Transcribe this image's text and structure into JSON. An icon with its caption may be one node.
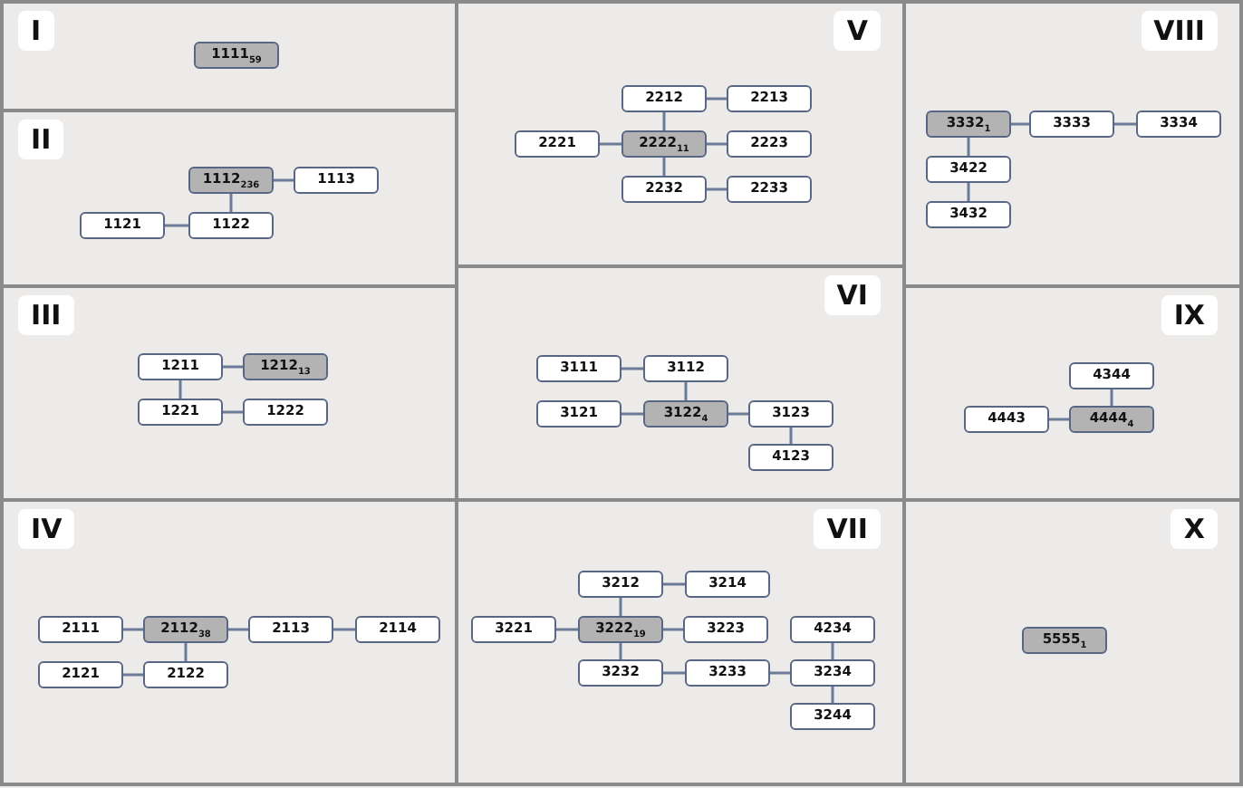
{
  "diagram": {
    "nodes": [
      {
        "text": [
          "I"
        ]
      },
      {
        "text": [
          "1111$_{59}$"
        ],
        "in": 0
      },
      {
        "text": [
          "II"
        ]
      },
      {
        "text": [
          "1112$_{236}$"
        ],
        "in": 2
      },
      {
        "text": [
          "1113"
        ],
        "in": 2
      },
      {
        "text": [
          "1121"
        ],
        "in": 2
      },
      {
        "text": [
          "1122"
        ],
        "in": 2
      },
      {
        "text": [
          "III"
        ]
      },
      {
        "text": [
          "1211"
        ],
        "in": 7
      },
      {
        "text": [
          "1212$_{13}$"
        ],
        "in": 7
      },
      {
        "text": [
          "1221"
        ],
        "in": 7
      },
      {
        "text": [
          "1222"
        ],
        "in": 7
      },
      {
        "text": [
          "IV"
        ]
      },
      {
        "text": [
          "2111"
        ],
        "in": 12
      },
      {
        "text": [
          "2112$_{38}$"
        ],
        "in": 12
      },
      {
        "text": [
          "2113"
        ],
        "in": 12
      },
      {
        "text": [
          "2114"
        ],
        "in": 12
      },
      {
        "text": [
          "2121"
        ],
        "in": 12
      },
      {
        "text": [
          "2122"
        ],
        "in": 12
      },
      {
        "text": [
          "V"
        ]
      },
      {
        "text": [
          "2212"
        ],
        "in": 19
      },
      {
        "text": [
          "2213"
        ],
        "in": 19
      },
      {
        "text": [
          "2221"
        ],
        "in": 19
      },
      {
        "text": [
          "2222$_{11}$"
        ],
        "in": 19
      },
      {
        "text": [
          "2223"
        ],
        "in": 19
      },
      {
        "text": [
          "2232"
        ],
        "in": 19
      },
      {
        "text": [
          "2233"
        ],
        "in": 19
      },
      {
        "text": [
          "VI"
        ]
      },
      {
        "text": [
          "3111"
        ],
        "in": 27
      },
      {
        "text": [
          "3112"
        ],
        "in": 27
      },
      {
        "text": [
          "3121"
        ],
        "in": 27
      },
      {
        "text": [
          "3122$_{4}$"
        ],
        "in": 27
      },
      {
        "text": [
          "3123"
        ],
        "in": 27
      },
      {
        "text": [
          "4123"
        ],
        "in": 27
      },
      {
        "text": [
          "VII"
        ]
      },
      {
        "text": [
          "3212"
        ],
        "in": 34
      },
      {
        "text": [
          "3214"
        ],
        "in": 34
      },
      {
        "text": [
          "3221"
        ],
        "in": 34
      },
      {
        "text": [
          "3222$_{19}$"
        ],
        "in": 34
      },
      {
        "text": [
          "3223"
        ],
        "in": 34
      },
      {
        "text": [
          "4234"
        ],
        "in": 34
      },
      {
        "text": [
          "3232"
        ],
        "in": 34
      },
      {
        "text": [
          "3233"
        ],
        "in": 34
      },
      {
        "text": [
          "3234"
        ],
        "in": 34
      },
      {
        "text": [
          "3244"
        ],
        "in": 34
      },
      {
        "text": [
          "VIII"
        ]
      },
      {
        "text": [
          "3332$_{1}$"
        ],
        "in": 45
      },
      {
        "text": [
          "3333"
        ],
        "in": 45
      },
      {
        "text": [
          "3334"
        ],
        "in": 45
      },
      {
        "text": [
          "3422"
        ],
        "in": 45
      },
      {
        "text": [
          "3432"
        ],
        "in": 45
      },
      {
        "text": [
          "IX"
        ]
      },
      {
        "text": [
          "4344"
        ],
        "in": 51
      },
      {
        "text": [
          "4443"
        ],
        "in": 51
      },
      {
        "text": [
          "4444$_{4}$"
        ],
        "in": 51
      },
      {
        "text": [
          "X"
        ]
      },
      {
        "text": [
          "5555$_{1}$"
        ],
        "in": 55
      }
    ],
    "edges": [
      {
        "from": 3,
        "to": 4,
        "arrow": "none"
      },
      {
        "from": 3,
        "to": 6,
        "arrow": "none"
      },
      {
        "from": 5,
        "to": 6,
        "arrow": "none"
      },
      {
        "from": 8,
        "to": 9,
        "arrow": "none"
      },
      {
        "from": 8,
        "to": 10,
        "arrow": "none"
      },
      {
        "from": 10,
        "to": 11,
        "arrow": "none"
      },
      {
        "from": 13,
        "to": 14,
        "arrow": "none"
      },
      {
        "from": 14,
        "to": 15,
        "arrow": "none"
      },
      {
        "from": 15,
        "to": 16,
        "arrow": "none"
      },
      {
        "from": 14,
        "to": 18,
        "arrow": "none"
      },
      {
        "from": 17,
        "to": 18,
        "arrow": "none"
      },
      {
        "from": 20,
        "to": 21,
        "arrow": "none"
      },
      {
        "from": 20,
        "to": 23,
        "arrow": "none"
      },
      {
        "from": 22,
        "to": 23,
        "arrow": "none"
      },
      {
        "from": 23,
        "to": 24,
        "arrow": "none"
      },
      {
        "from": 23,
        "to": 25,
        "arrow": "none"
      },
      {
        "from": 25,
        "to": 26,
        "arrow": "none"
      },
      {
        "from": 28,
        "to": 29,
        "arrow": "none"
      },
      {
        "from": 29,
        "to": 31,
        "arrow": "none"
      },
      {
        "from": 30,
        "to": 31,
        "arrow": "none"
      },
      {
        "from": 31,
        "to": 32,
        "arrow": "none"
      },
      {
        "from": 32,
        "to": 33,
        "arrow": "none"
      },
      {
        "from": 35,
        "to": 36,
        "arrow": "none"
      },
      {
        "from": 35,
        "to": 38,
        "arrow": "none"
      },
      {
        "from": 37,
        "to": 38,
        "arrow": "none"
      },
      {
        "from": 38,
        "to": 39,
        "arrow": "none"
      },
      {
        "from": 38,
        "to": 41,
        "arrow": "none"
      },
      {
        "from": 41,
        "to": 42,
        "arrow": "none"
      },
      {
        "from": 42,
        "to": 43,
        "arrow": "none"
      },
      {
        "from": 40,
        "to": 43,
        "arrow": "none"
      },
      {
        "from": 43,
        "to": 44,
        "arrow": "none"
      },
      {
        "from": 46,
        "to": 47,
        "arrow": "none"
      },
      {
        "from": 47,
        "to": 48,
        "arrow": "none"
      },
      {
        "from": 46,
        "to": 49,
        "arrow": "none"
      },
      {
        "from": 49,
        "to": 50,
        "arrow": "none"
      },
      {
        "from": 52,
        "to": 54,
        "arrow": "none"
      },
      {
        "from": 53,
        "to": 54,
        "arrow": "none"
      }
    ]
  }
}
